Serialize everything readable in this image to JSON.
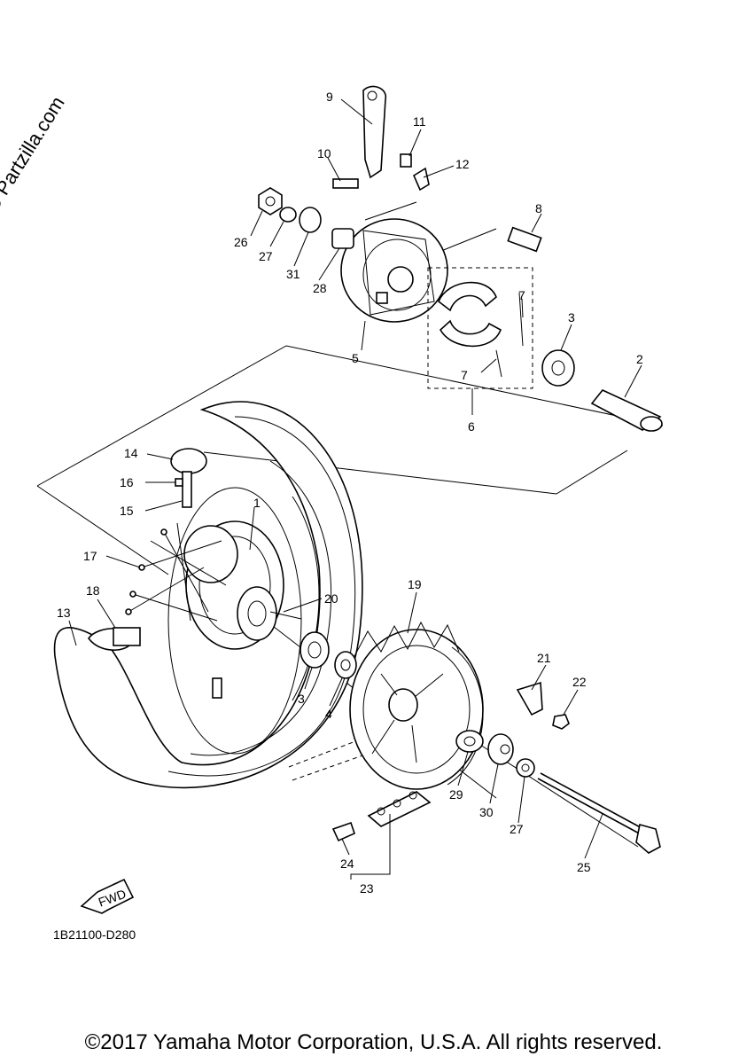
{
  "watermark": "© Partzilla.com",
  "reference_code": "1B21100-D280",
  "copyright": "©2017 Yamaha Motor Corporation, U.S.A. All rights reserved.",
  "fwd_label": "FWD",
  "callouts": {
    "c1": "1",
    "c2": "2",
    "c3a": "3",
    "c3b": "3",
    "c4": "4",
    "c5": "5",
    "c6": "6",
    "c7a": "7",
    "c7b": "7",
    "c8": "8",
    "c9": "9",
    "c10": "10",
    "c11": "11",
    "c12": "12",
    "c13": "13",
    "c14": "14",
    "c15": "15",
    "c16": "16",
    "c17": "17",
    "c18": "18",
    "c19": "19",
    "c20": "20",
    "c21": "21",
    "c22": "22",
    "c23": "23",
    "c24": "24",
    "c25": "25",
    "c26": "26",
    "c27a": "27",
    "c27b": "27",
    "c28": "28",
    "c29": "29",
    "c30": "30",
    "c31": "31"
  }
}
